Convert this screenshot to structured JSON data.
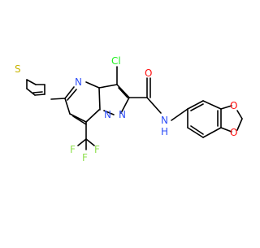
{
  "structure": {
    "atoms": {
      "N1": "N",
      "N2": "N",
      "N3": "N",
      "Cl": "Cl",
      "O": "O",
      "NH": "N",
      "H": "H",
      "S": "S",
      "F1": "F",
      "F2": "F",
      "F3": "F",
      "O1": "O",
      "O2": "O"
    },
    "colors": {
      "N": "#3050F8",
      "O": "#FF0D0D",
      "S": "#C8B400",
      "Cl": "#1FF01F",
      "F": "#90E050",
      "bond": "#000000"
    }
  }
}
